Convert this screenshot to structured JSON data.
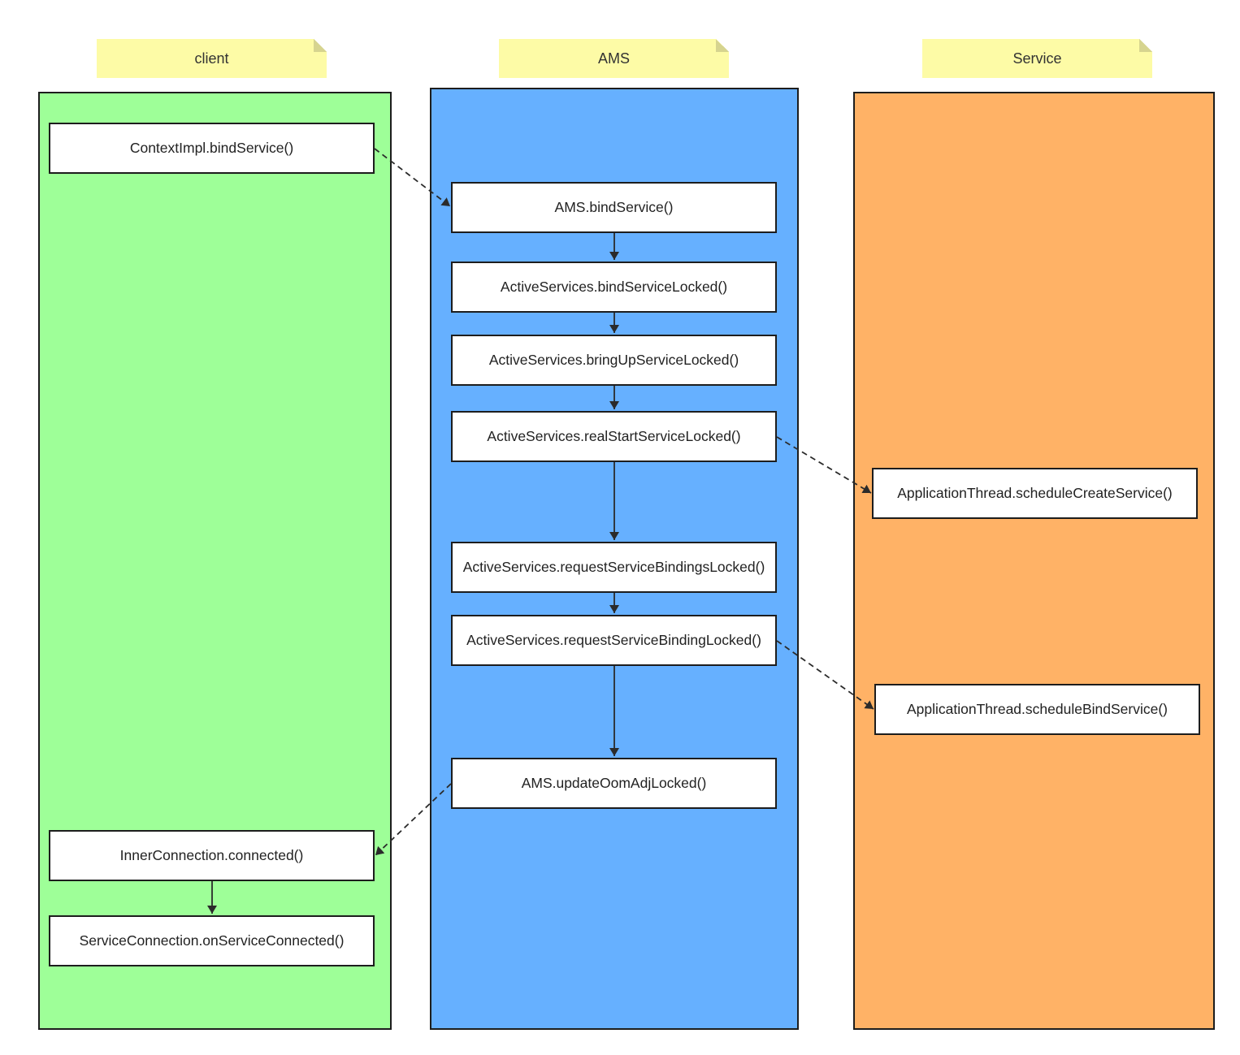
{
  "colors": {
    "client_lane": "#9eff98",
    "ams_lane": "#66b0ff",
    "service_lane": "#ffb266",
    "note": "#fdfba6",
    "border": "#1d1d1d",
    "arrow": "#2b2b2b"
  },
  "lanes": {
    "client": {
      "title": "client"
    },
    "ams": {
      "title": "AMS"
    },
    "service": {
      "title": "Service"
    }
  },
  "nodes": {
    "context_bind": "ContextImpl.bindService()",
    "ams_bind": "AMS.bindService()",
    "bind_service_locked": "ActiveServices.bindServiceLocked()",
    "bring_up_service_locked": "ActiveServices.bringUpServiceLocked()",
    "real_start_service_locked": "ActiveServices.realStartServiceLocked()",
    "request_service_bindings_locked": "ActiveServices.requestServiceBindingsLocked()",
    "request_service_binding_locked": "ActiveServices.requestServiceBindingLocked()",
    "update_oom_adj_locked": "AMS.updateOomAdjLocked()",
    "schedule_create_service": "ApplicationThread.scheduleCreateService()",
    "schedule_bind_service": "ApplicationThread.scheduleBindService()",
    "inner_connection_connected": "InnerConnection.connected()",
    "on_service_connected": "ServiceConnection.onServiceConnected()"
  },
  "edges": [
    {
      "from": "context_bind",
      "to": "ams_bind",
      "style": "dashed"
    },
    {
      "from": "ams_bind",
      "to": "bind_service_locked",
      "style": "solid"
    },
    {
      "from": "bind_service_locked",
      "to": "bring_up_service_locked",
      "style": "solid"
    },
    {
      "from": "bring_up_service_locked",
      "to": "real_start_service_locked",
      "style": "solid"
    },
    {
      "from": "real_start_service_locked",
      "to": "request_service_bindings_locked",
      "style": "solid"
    },
    {
      "from": "real_start_service_locked",
      "to": "schedule_create_service",
      "style": "dashed"
    },
    {
      "from": "request_service_bindings_locked",
      "to": "request_service_binding_locked",
      "style": "solid"
    },
    {
      "from": "request_service_binding_locked",
      "to": "update_oom_adj_locked",
      "style": "solid"
    },
    {
      "from": "request_service_binding_locked",
      "to": "schedule_bind_service",
      "style": "dashed"
    },
    {
      "from": "update_oom_adj_locked",
      "to": "inner_connection_connected",
      "style": "dashed"
    },
    {
      "from": "inner_connection_connected",
      "to": "on_service_connected",
      "style": "solid"
    }
  ]
}
